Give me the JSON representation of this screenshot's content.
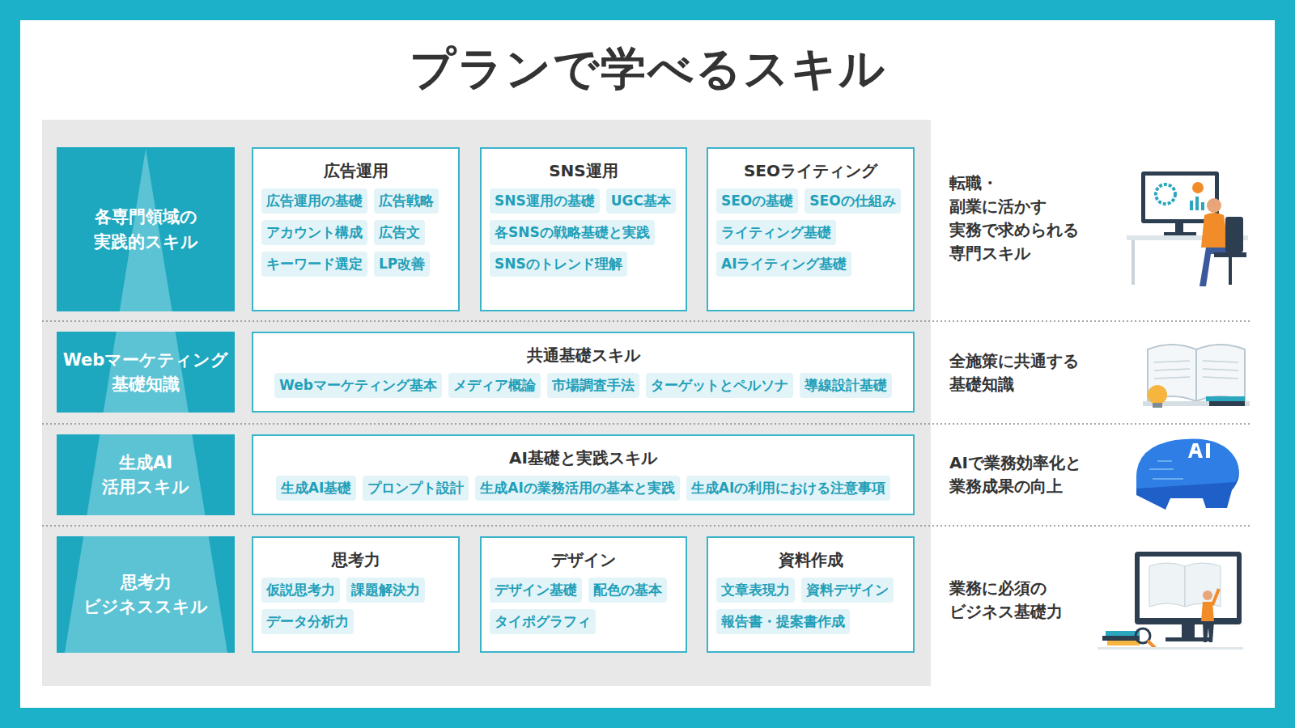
{
  "diagram": {
    "title": "プランで学べるスキル",
    "nodes": [
      {
        "text": [
          "各専門領域の 実践的スキル"
        ]
      },
      {
        "text": [
          "広告運用"
        ]
      },
      {
        "text": [
          "広告運用の基礎"
        ],
        "in": 1
      },
      {
        "text": [
          "広告戦略"
        ],
        "in": 1
      },
      {
        "text": [
          "アカウント構成"
        ],
        "in": 1
      },
      {
        "text": [
          "広告文"
        ],
        "in": 1
      },
      {
        "text": [
          "キーワード選定"
        ],
        "in": 1
      },
      {
        "text": [
          "LP改善"
        ],
        "in": 1
      },
      {
        "text": [
          "SNS運用"
        ]
      },
      {
        "text": [
          "SNS運用の基礎"
        ],
        "in": 8
      },
      {
        "text": [
          "UGC基本"
        ],
        "in": 8
      },
      {
        "text": [
          "各SNSの戦略基礎と実践"
        ],
        "in": 8
      },
      {
        "text": [
          "SNSのトレンド理解"
        ],
        "in": 8
      },
      {
        "text": [
          "SEOライティング"
        ]
      },
      {
        "text": [
          "SEOの基礎"
        ],
        "in": 13
      },
      {
        "text": [
          "SEOの仕組み"
        ],
        "in": 13
      },
      {
        "text": [
          "ライティング基礎"
        ],
        "in": 13
      },
      {
        "text": [
          "AIライティング基礎"
        ],
        "in": 13
      },
      {
        "text": [
          "Webマーケティング 基礎知識"
        ]
      },
      {
        "text": [
          "共通基礎スキル"
        ]
      },
      {
        "text": [
          "Webマーケティング基本"
        ],
        "in": 19
      },
      {
        "text": [
          "メディア概論"
        ],
        "in": 19
      },
      {
        "text": [
          "市場調査手法"
        ],
        "in": 19
      },
      {
        "text": [
          "ターゲットとペルソナ"
        ],
        "in": 19
      },
      {
        "text": [
          "導線設計基礎"
        ],
        "in": 19
      },
      {
        "text": [
          "生成AI 活用スキル"
        ]
      },
      {
        "text": [
          "AI基礎と実践スキル"
        ]
      },
      {
        "text": [
          "生成AI基礎"
        ],
        "in": 26
      },
      {
        "text": [
          "プロンプト設計"
        ],
        "in": 26
      },
      {
        "text": [
          "生成AIの業務活用の基本と実践"
        ],
        "in": 26
      },
      {
        "text": [
          "生成AIの利用における注意事項"
        ],
        "in": 26
      },
      {
        "text": [
          "思考力 ビジネススキル"
        ]
      },
      {
        "text": [
          "思考力"
        ]
      },
      {
        "text": [
          "仮説思考力"
        ],
        "in": 32
      },
      {
        "text": [
          "課題解決力"
        ],
        "in": 32
      },
      {
        "text": [
          "データ分析力"
        ],
        "in": 32
      },
      {
        "text": [
          "デザイン"
        ]
      },
      {
        "text": [
          "デザイン基礎"
        ],
        "in": 36
      },
      {
        "text": [
          "配色の基本"
        ],
        "in": 36
      },
      {
        "text": [
          "タイポグラフィ"
        ],
        "in": 36
      },
      {
        "text": [
          "資料作成"
        ]
      },
      {
        "text": [
          "文章表現力"
        ],
        "in": 40
      },
      {
        "text": [
          "資料デザイン"
        ],
        "in": 40
      },
      {
        "text": [
          "報告書・提案書作成"
        ],
        "in": 40
      }
    ],
    "labels": [
      "転職・副業に活かす 実務で求められる 専門スキル",
      "全施策に共通する 基礎知識",
      "AIで業務効率化と 業務成果の向上",
      "業務に必須の ビジネス基礎力"
    ]
  }
}
